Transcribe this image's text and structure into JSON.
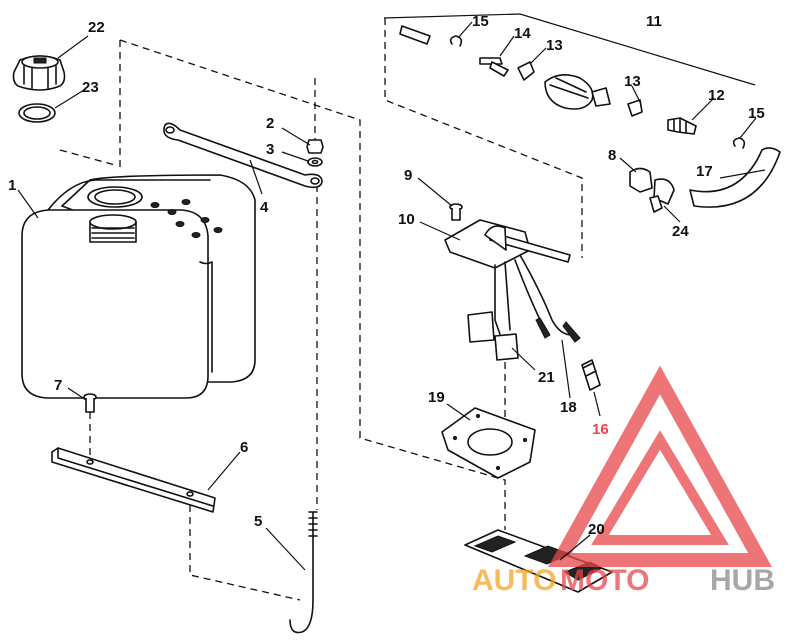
{
  "callouts": {
    "c1": "1",
    "c2": "2",
    "c3": "3",
    "c4": "4",
    "c5": "5",
    "c6": "6",
    "c7": "7",
    "c8": "8",
    "c9": "9",
    "c10": "10",
    "c11": "11",
    "c12": "12",
    "c13a": "13",
    "c13b": "13",
    "c14": "14",
    "c15a": "15",
    "c15b": "15",
    "c16": "16",
    "c17": "17",
    "c18": "18",
    "c19": "19",
    "c20": "20",
    "c21": "21",
    "c22": "22",
    "c23": "23",
    "c24": "24"
  },
  "watermark": {
    "word_a": "AUTO",
    "word_b": "MOTO",
    "word_c": "HUB",
    "color_a": "#f5a623",
    "color_b": "#e8474a",
    "color_c": "#8a8a8a"
  }
}
